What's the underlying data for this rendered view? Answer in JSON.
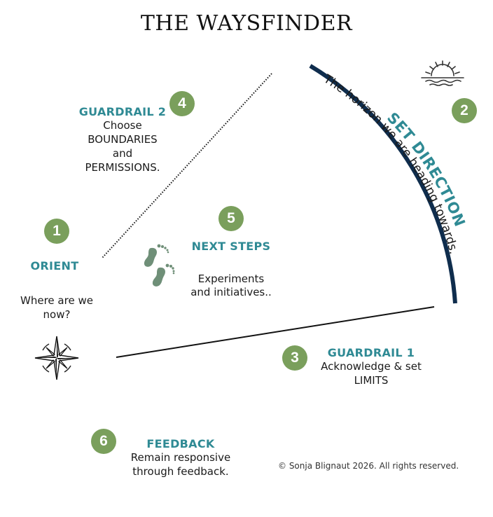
{
  "title": "THE WAYSFINDER",
  "colors": {
    "badge": "#7a9f5c",
    "heading": "#2f8a94",
    "arc": "#0f2d4d",
    "icon_green": "#6f8f78"
  },
  "steps": [
    {
      "number": "1",
      "heading": "ORIENT",
      "body": [
        "Where are we",
        "now?"
      ],
      "icon": "compass-rose-icon"
    },
    {
      "number": "2",
      "heading": "SET DIRECTION",
      "body": [
        "The horizon we are heading towards."
      ],
      "icon": "sunrise-horizon-icon"
    },
    {
      "number": "3",
      "heading": "GUARDRAIL 1",
      "body": [
        "Acknowledge & set",
        "LIMITS"
      ]
    },
    {
      "number": "4",
      "heading": "GUARDRAIL 2",
      "body": [
        "Choose",
        "BOUNDARIES",
        "and",
        "PERMISSIONS."
      ]
    },
    {
      "number": "5",
      "heading": "NEXT STEPS",
      "body": [
        "Experiments",
        "and initiatives.."
      ],
      "icon": "footprints-icon"
    },
    {
      "number": "6",
      "heading": "FEEDBACK",
      "body": [
        "Remain responsive",
        "through feedback."
      ]
    }
  ],
  "copyright": "© Sonja Blignaut 2026. All rights reserved."
}
